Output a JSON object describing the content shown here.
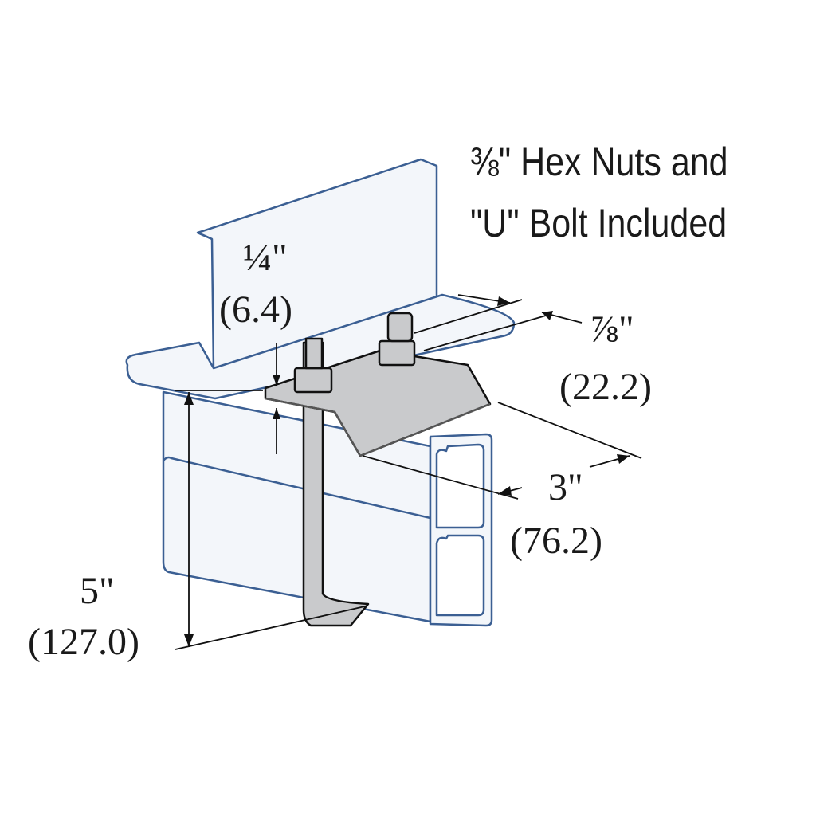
{
  "note": {
    "line1": "⅜\" Hex Nuts and",
    "line2": "\"U\" Bolt Included"
  },
  "dimensions": {
    "thickness": {
      "imperial": "¼\"",
      "metric": "(6.4)"
    },
    "flange_width": {
      "imperial": "⅞\"",
      "metric": "(22.2)"
    },
    "clamp_width": {
      "imperial": "3\"",
      "metric": "(76.2)"
    },
    "height": {
      "imperial": "5\"",
      "metric": "(127.0)"
    }
  },
  "colors": {
    "outline": "#3b5f93",
    "fill": "#f3f6fa",
    "steel": "#c9cacc",
    "dim": "#111111"
  }
}
